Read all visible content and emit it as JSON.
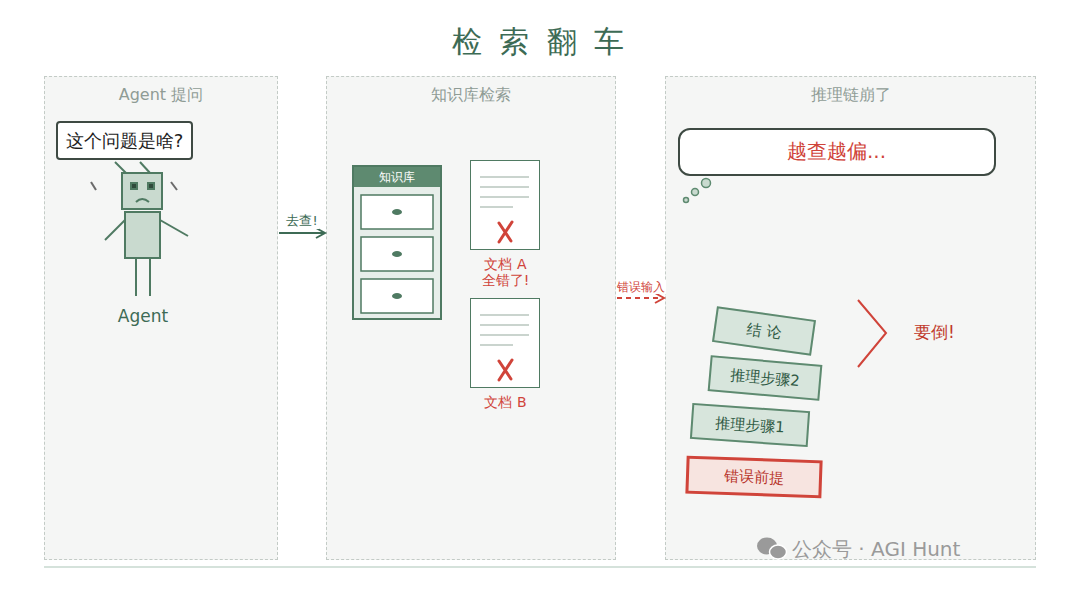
{
  "diagram": {
    "title": "检 索 翻 车",
    "nodes": [
      {
        "text": [
          "Agent 提问"
        ]
      },
      {
        "text": [
          "这个问题是啥?"
        ],
        "in": 0
      },
      {
        "text": [
          "知识库检索"
        ]
      },
      {
        "text": [
          "知识库"
        ],
        "in": 2
      },
      {
        "text": [
          "文档 A",
          "全错了!"
        ],
        "in": 2
      },
      {
        "text": [
          "文档 B"
        ],
        "in": 2
      },
      {
        "text": [
          "推理链崩了"
        ]
      },
      {
        "text": [
          "越查越偏..."
        ],
        "in": 6
      },
      {
        "text": [
          "结 论"
        ],
        "in": 6
      },
      {
        "text": [
          "推理步骤2"
        ],
        "in": 6
      },
      {
        "text": [
          "推理步骤1"
        ],
        "in": 6
      },
      {
        "text": [
          "错误前提"
        ],
        "in": 6
      }
    ],
    "edges": [
      {
        "from": 0,
        "to": 2,
        "label": "去查!",
        "arrow": "to"
      },
      {
        "from": 2,
        "to": 6,
        "label": "错误输入",
        "arrow": "to"
      }
    ],
    "labels": [
      "Agent",
      "要倒!",
      "公众号 · AGI Hunt"
    ]
  }
}
